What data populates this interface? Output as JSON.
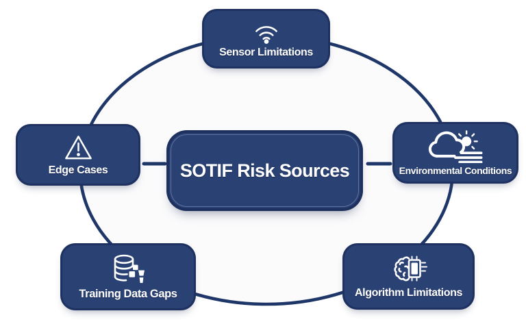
{
  "diagram": {
    "title": "SOTIF Risk Sources",
    "nodes": [
      {
        "id": "sensor",
        "label": "Sensor Limitations",
        "icon": "wifi-icon",
        "position": "top"
      },
      {
        "id": "environmental",
        "label": "Environmental Conditions",
        "icon": "cloud-sun-fog-icon",
        "position": "right"
      },
      {
        "id": "algorithm",
        "label": "Algorithm Limitations",
        "icon": "brain-chip-icon",
        "position": "bottom-right"
      },
      {
        "id": "training",
        "label": "Training Data Gaps",
        "icon": "database-icon",
        "position": "bottom-left"
      },
      {
        "id": "edge",
        "label": "Edge Cases",
        "icon": "warning-triangle-icon",
        "position": "left"
      }
    ],
    "colors": {
      "node_fill": "#2a4173",
      "node_border": "#16295b",
      "connector_line": "#1e3768",
      "text": "#ffffff",
      "background": "#ffffff"
    }
  }
}
